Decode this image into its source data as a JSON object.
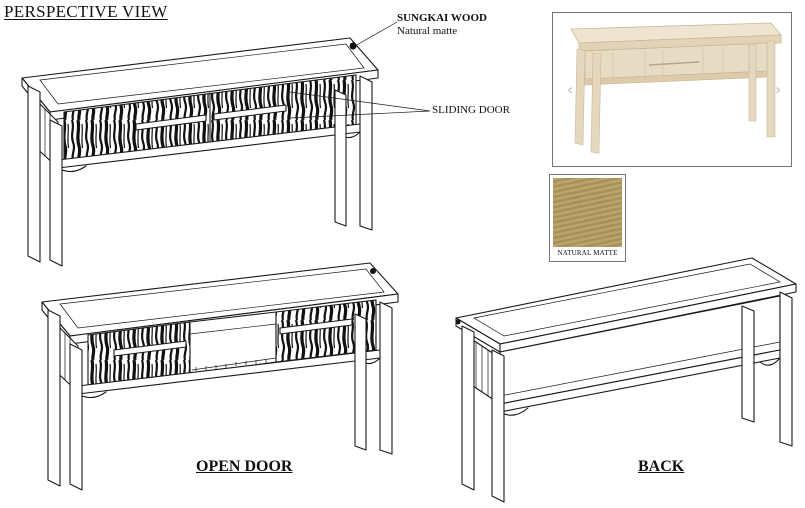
{
  "title": "PERSPECTIVE VIEW",
  "material": {
    "name": "SUNGKAI WOOD",
    "finish": "Natural matte"
  },
  "callouts": {
    "sliding_door": "SLIDING DOOR"
  },
  "views": {
    "open_door": "OPEN DOOR",
    "back": "BACK"
  },
  "swatch": {
    "label": "NATURAL MATTE",
    "color": "#b39a5e"
  },
  "photo": {
    "wood_color": "#ecdfc9",
    "arrow_left": "‹",
    "arrow_right": "›"
  }
}
